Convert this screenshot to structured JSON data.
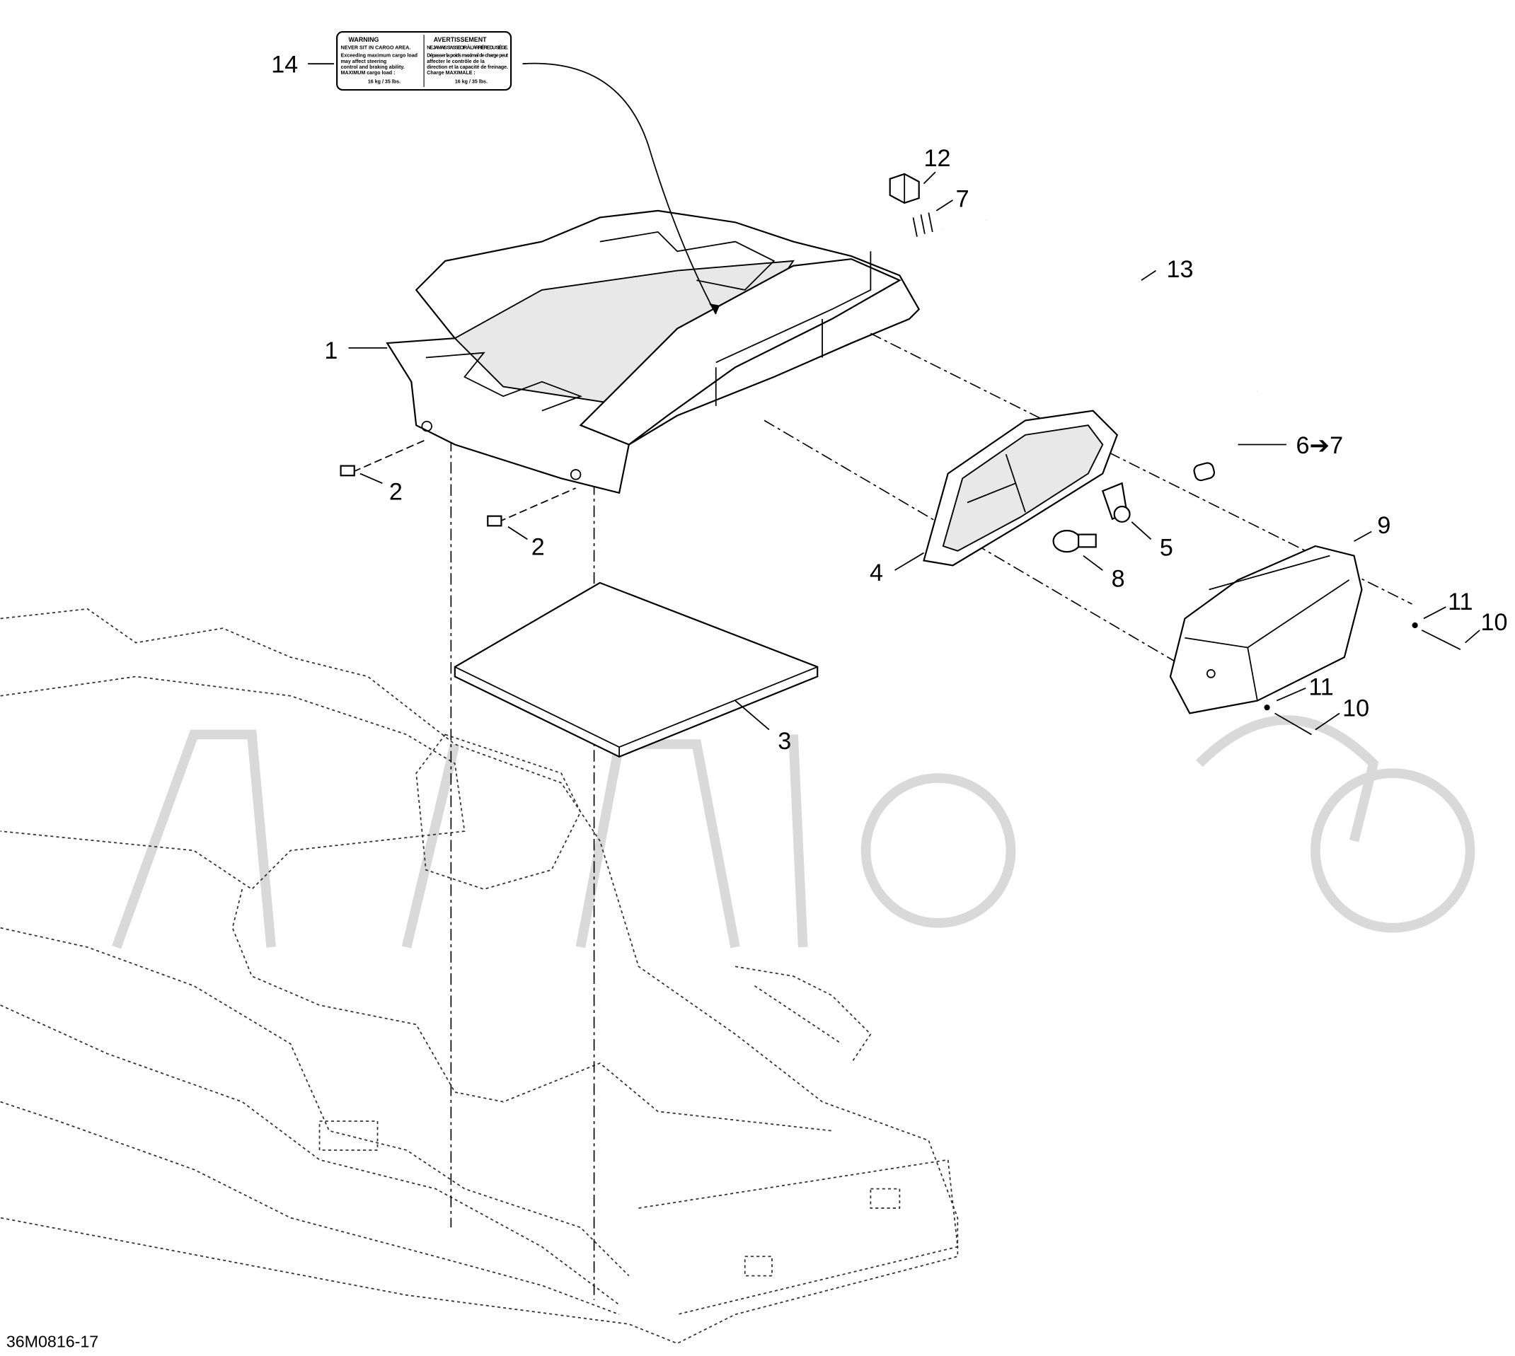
{
  "diagram": {
    "code": "36M0816-17",
    "sticker": {
      "left_title": "WARNING",
      "left_subtitle": "NEVER SIT IN CARGO AREA.",
      "left_lines": [
        "Exceeding maximum cargo load",
        "may affect steering",
        "control and braking ability.",
        "MAXIMUM cargo load :",
        "16 kg / 35 lbs."
      ],
      "right_title": "AVERTISSEMENT",
      "right_subtitle": "NE JAMAIS S'ASSEOIR À L'ARRIÈRE DU SIÈGE.",
      "right_lines": [
        "Dépasser la poids maximal de charge peut",
        "affecter le contrôle de la",
        "direction et la capacité de freinage.",
        "Charge MAXIMALE :",
        "16 kg / 35 lbs."
      ]
    },
    "callouts": [
      {
        "id": "c14",
        "text": "14"
      },
      {
        "id": "c1",
        "text": "1"
      },
      {
        "id": "c2a",
        "text": "2"
      },
      {
        "id": "c2b",
        "text": "2"
      },
      {
        "id": "c3",
        "text": "3"
      },
      {
        "id": "c12",
        "text": "12"
      },
      {
        "id": "c7",
        "text": "7"
      },
      {
        "id": "c13",
        "text": "13"
      },
      {
        "id": "c6",
        "text": "6➔7"
      },
      {
        "id": "c4",
        "text": "4"
      },
      {
        "id": "c5",
        "text": "5"
      },
      {
        "id": "c8",
        "text": "8"
      },
      {
        "id": "c9",
        "text": "9"
      },
      {
        "id": "c11a",
        "text": "11"
      },
      {
        "id": "c10a",
        "text": "10"
      },
      {
        "id": "c11b",
        "text": "11"
      },
      {
        "id": "c10b",
        "text": "10"
      }
    ]
  }
}
